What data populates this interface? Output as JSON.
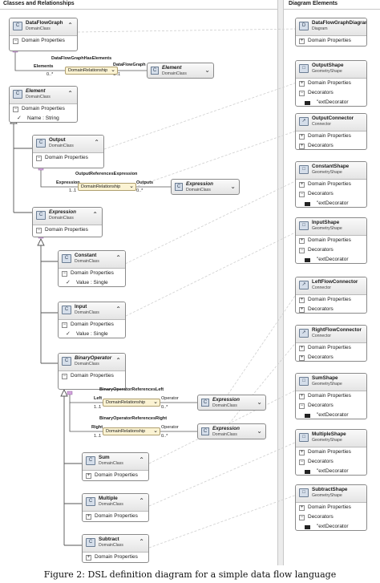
{
  "panels": {
    "left_title": "Classes and Relationships",
    "right_title": "Diagram Elements"
  },
  "classes": {
    "dataflowgraph": {
      "name": "DataFlowGraph",
      "type": "DomainClass",
      "row1": "Domain Properties"
    },
    "element": {
      "name": "Element",
      "type": "DomainClass",
      "row1": "Domain Properties",
      "prop": "Name : String"
    },
    "output": {
      "name": "Output",
      "type": "DomainClass",
      "row1": "Domain Properties"
    },
    "expression": {
      "name": "Expression",
      "type": "DomainClass",
      "row1": "Domain Properties"
    },
    "constant": {
      "name": "Constant",
      "type": "DomainClass",
      "row1": "Domain Properties",
      "prop": "Value : Single"
    },
    "input": {
      "name": "Input",
      "type": "DomainClass",
      "row1": "Domain Properties",
      "prop": "Value : Single"
    },
    "binaryoperator": {
      "name": "BinaryOperator",
      "type": "DomainClass",
      "row1": "Domain Properties"
    },
    "sum": {
      "name": "Sum",
      "type": "DomainClass",
      "row1": "Domain Properties"
    },
    "multiple": {
      "name": "Multiple",
      "type": "DomainClass",
      "row1": "Domain Properties"
    },
    "subtract": {
      "name": "Subtract",
      "type": "DomainClass",
      "row1": "Domain Properties"
    }
  },
  "refs": {
    "element_ref": {
      "name": "Element",
      "type": "DomainClass"
    },
    "expression_ref1": {
      "name": "Expression",
      "type": "DomainClass"
    },
    "expression_ref2": {
      "name": "Expression",
      "type": "DomainClass"
    },
    "expression_ref3": {
      "name": "Expression",
      "type": "DomainClass"
    }
  },
  "relationships": {
    "has_elements": {
      "title": "DataFlowGraphHasElements",
      "box": "DomainRelationship",
      "left_role": "Elements",
      "right_role": "DataFlowGraph",
      "left_mult": "0..*",
      "right_mult": "1..1"
    },
    "output_refs": {
      "title": "OutputReferencesExpression",
      "box": "DomainRelationship",
      "left_role": "Expression",
      "right_role": "Outputs",
      "left_mult": "1..1",
      "right_mult": "0..*"
    },
    "binop_left": {
      "title": "BinaryOperatorReferencesLeft",
      "box": "DomainRelationship",
      "left_role": "Left",
      "right_role": "Operator",
      "left_mult": "1..1",
      "right_mult": "0..*"
    },
    "binop_right": {
      "title": "BinaryOperatorReferencesRight",
      "box": "DomainRelationship",
      "left_role": "Right",
      "right_role": "Operator",
      "left_mult": "1..1",
      "right_mult": "0..*"
    }
  },
  "shapes": {
    "dataflowgraphdiagram": {
      "name": "DataFlowGraphDiagram",
      "type": "Diagram",
      "row1": "Domain Properties"
    },
    "outputshape": {
      "name": "OutputShape",
      "type": "GeometryShape",
      "row1": "Domain Properties",
      "row2": "Decorators",
      "deco": "\"extDecorator"
    },
    "outputconnector": {
      "name": "OutputConnector",
      "type": "Connector",
      "row1": "Domain Properties",
      "row2": "Decorators"
    },
    "constantshape": {
      "name": "ConstantShape",
      "type": "GeometryShape",
      "row1": "Domain Properties",
      "row2": "Decorators",
      "deco": "\"extDecorator"
    },
    "inputshape": {
      "name": "InputShape",
      "type": "GeometryShape",
      "row1": "Domain Properties",
      "row2": "Decorators",
      "deco": "\"extDecorator"
    },
    "leftflowconnector": {
      "name": "LeftFlowConnector",
      "type": "Connector",
      "row1": "Domain Properties",
      "row2": "Decorators"
    },
    "rightflowconnector": {
      "name": "RightFlowConnector",
      "type": "Connector",
      "row1": "Domain Properties",
      "row2": "Decorators"
    },
    "sumshape": {
      "name": "SumShape",
      "type": "GeometryShape",
      "row1": "Domain Properties",
      "row2": "Decorators",
      "deco": "\"extDecorator"
    },
    "multipleshape": {
      "name": "MultipleShape",
      "type": "GeometryShape",
      "row1": "Domain Properties",
      "row2": "Decorators",
      "deco": "\"extDecorator"
    },
    "subtractshape": {
      "name": "SubtractShape",
      "type": "GeometryShape",
      "row1": "Domain Properties",
      "row2": "Decorators",
      "deco": "\"extDecorator"
    }
  },
  "caption": "Figure 2: DSL definition diagram for a simple data flow language"
}
